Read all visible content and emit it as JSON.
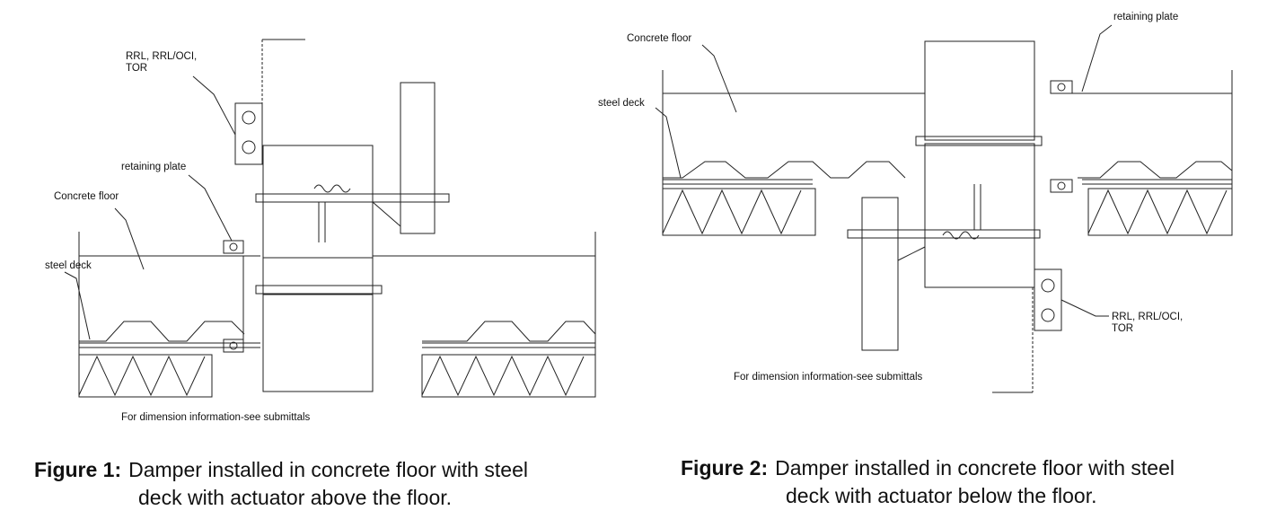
{
  "figure1": {
    "labels": {
      "actuator_models_line1": "RRL, RRL/OCI,",
      "actuator_models_line2": "TOR",
      "retaining_plate": "retaining plate",
      "concrete_floor": "Concrete floor",
      "steel_deck": "steel deck"
    },
    "note": "For dimension information-see submittals",
    "caption_number": "Figure 1:",
    "caption_line1": "Damper installed in concrete floor with steel",
    "caption_line2": "deck with actuator above the floor."
  },
  "figure2": {
    "labels": {
      "retaining_plate": "retaining plate",
      "concrete_floor": "Concrete floor",
      "steel_deck": "steel deck",
      "actuator_models_line1": "RRL, RRL/OCI,",
      "actuator_models_line2": "TOR"
    },
    "note": "For dimension information-see submittals",
    "caption_number": "Figure 2:",
    "caption_line1": "Damper installed in concrete floor with steel",
    "caption_line2": "deck with actuator below the floor."
  },
  "colors": {
    "line": "#222222",
    "text": "#111111",
    "background": "#ffffff"
  }
}
